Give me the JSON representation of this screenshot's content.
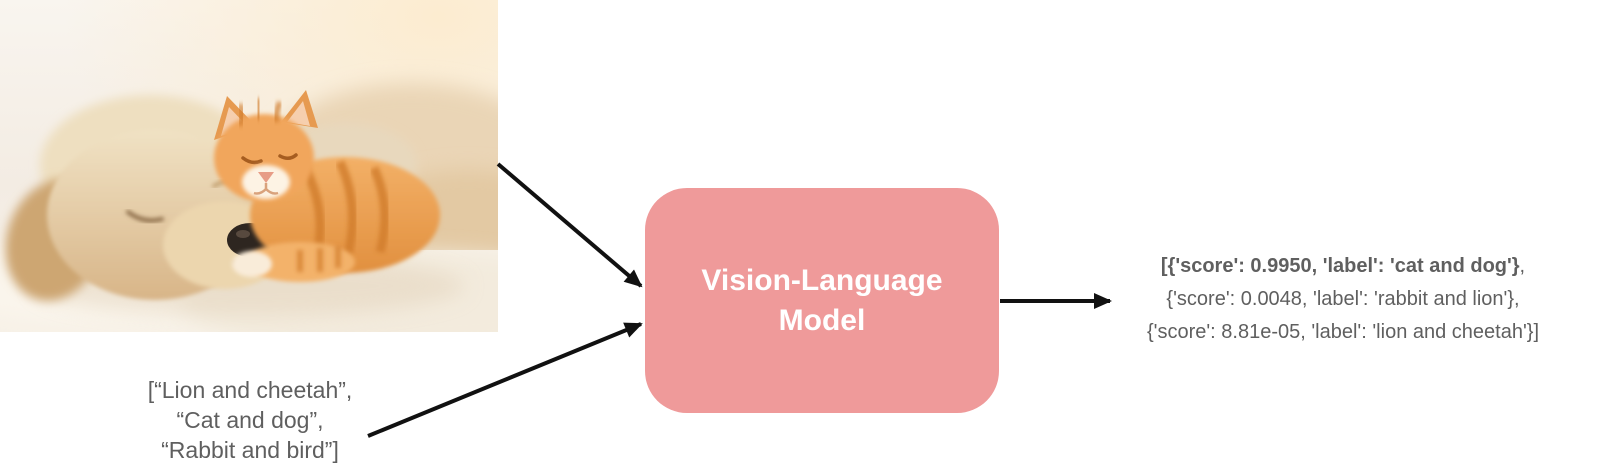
{
  "photo": {
    "name": "pets-photo",
    "subject": "Sleeping golden puppy with ginger kitten on white blanket"
  },
  "input_list": {
    "lines": [
      "[“Lion and cheetah”,",
      "“Cat and dog”,",
      "“Rabbit and bird”]"
    ]
  },
  "model_box": {
    "line1": "Vision-Language",
    "line2": "Model",
    "bg_color": "#ef9a9a",
    "text_color": "#ffffff"
  },
  "output": {
    "line1_bold": "[{'score': 0.9950, 'label': 'cat and dog'}",
    "line1_rest": ",",
    "line2": "{'score': 0.0048, 'label': 'rabbit and lion'},",
    "line3": "{'score': 8.81e-05, 'label': 'lion and cheetah'}]"
  },
  "colors": {
    "arrow": "#111111",
    "text_gray": "#5f5f5f"
  }
}
